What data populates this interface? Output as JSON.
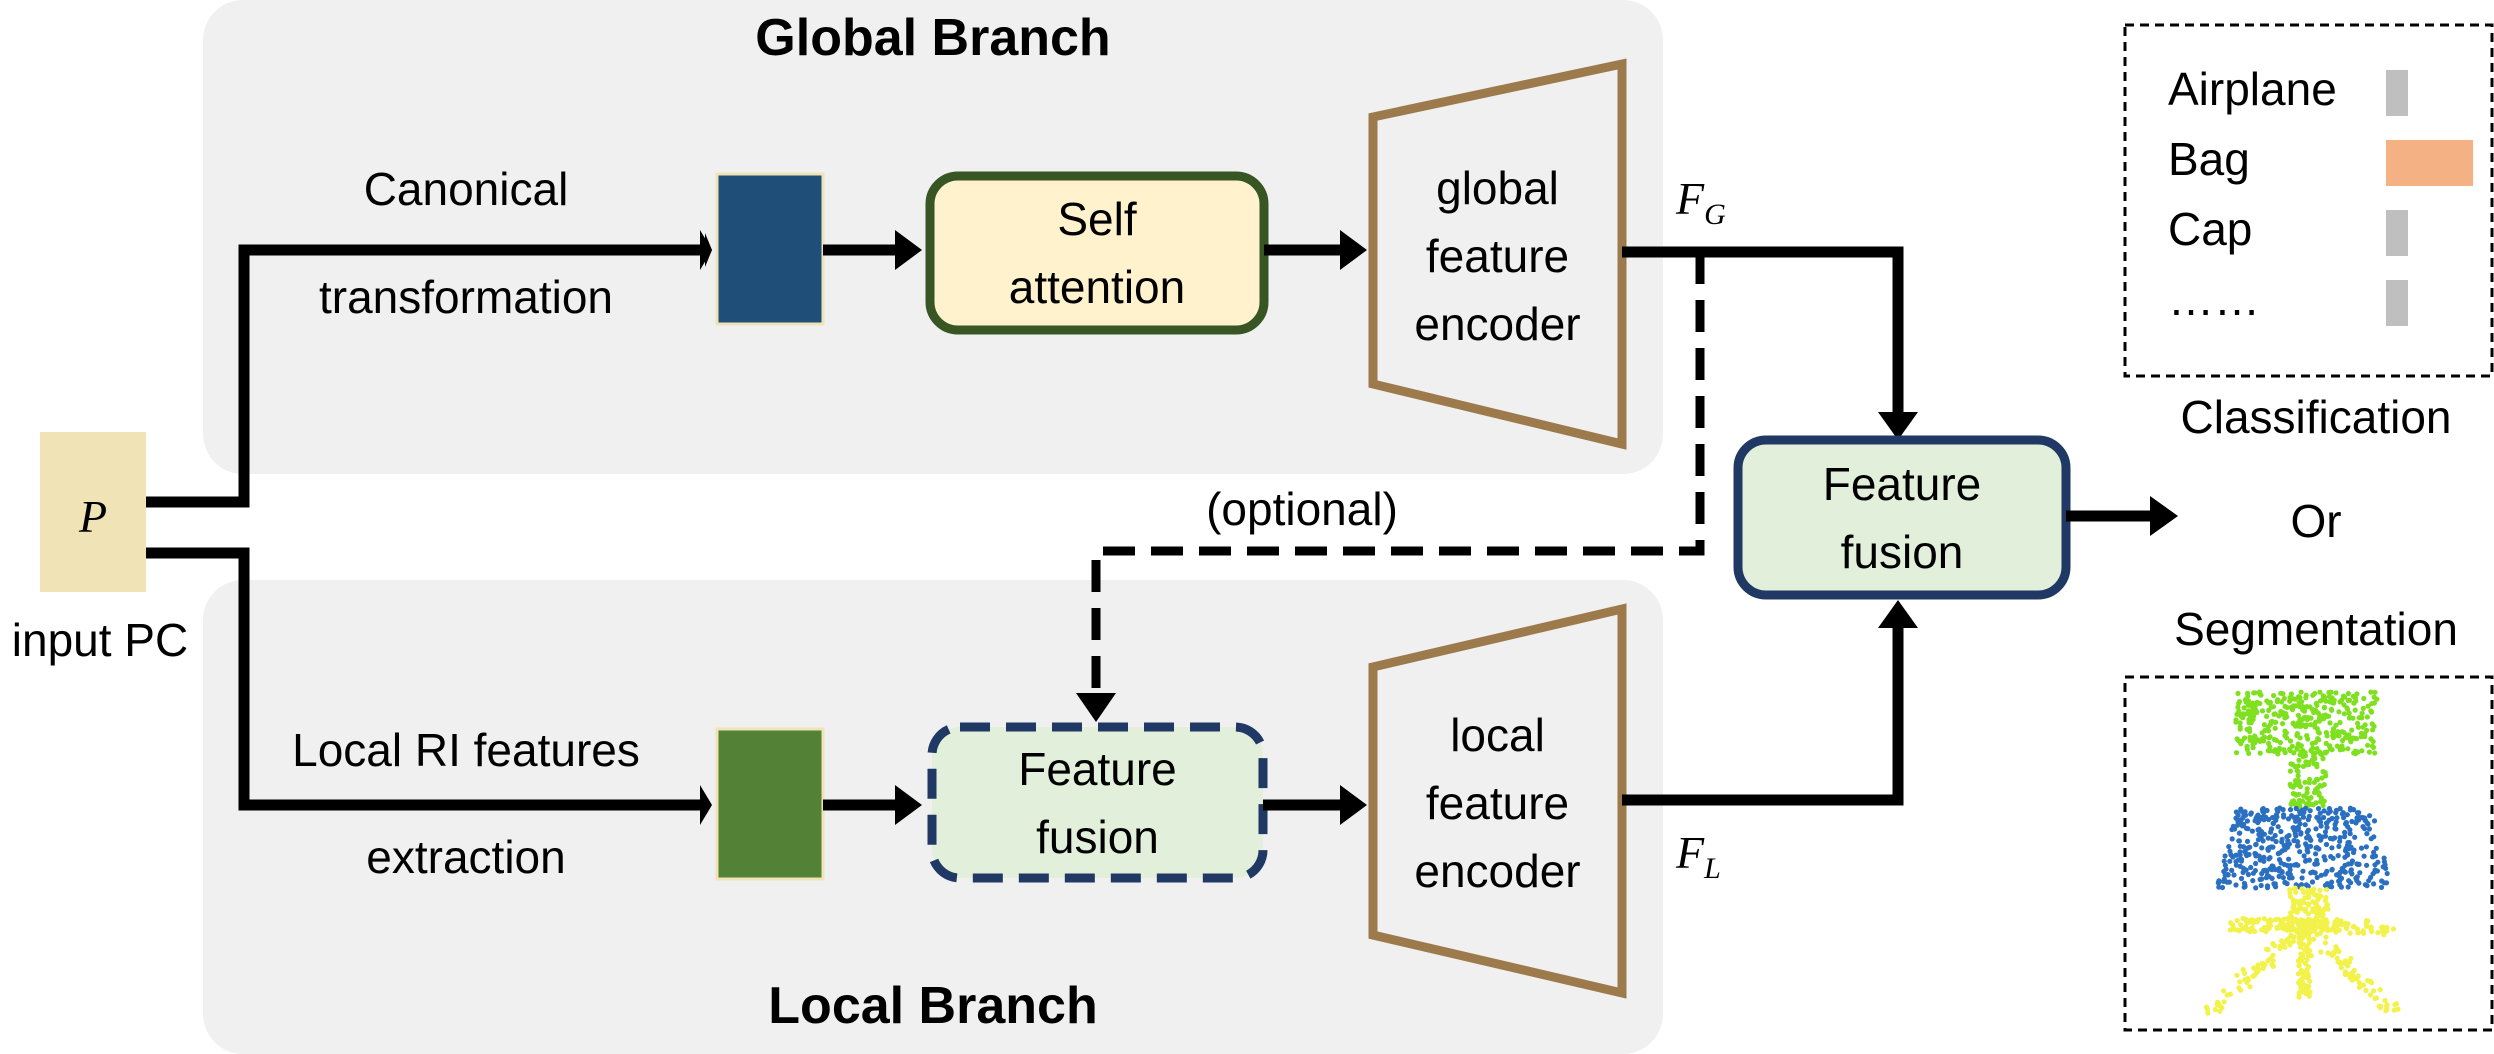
{
  "global_branch": {
    "title": "Global Branch",
    "path_label_line1": "Canonical",
    "path_label_line2": "transformation",
    "attention_line1": "Self",
    "attention_line2": "attention",
    "encoder_line1": "global",
    "encoder_line2": "feature",
    "encoder_line3": "encoder",
    "output_symbol": "F",
    "output_subscript": "G",
    "colors": {
      "background": "#f0f0f0",
      "feature_block": "#1f4e79",
      "attention_fill": "#fff2cc",
      "attention_border": "#375623",
      "encoder_border": "#9c7a4b"
    }
  },
  "local_branch": {
    "title": "Local Branch",
    "path_label_line1": "Local RI features",
    "path_label_line2": "extraction",
    "fusion_line1": "Feature",
    "fusion_line2": "fusion",
    "encoder_line1": "local",
    "encoder_line2": "feature",
    "encoder_line3": "encoder",
    "output_symbol": "F",
    "output_subscript": "L",
    "colors": {
      "background": "#f0f0f0",
      "feature_block": "#538135",
      "fusion_fill": "#e2efda",
      "fusion_border": "#1f3864"
    }
  },
  "input": {
    "symbol": "P",
    "label": "input PC",
    "color": "#f0e3b6"
  },
  "optional_label": "(optional)",
  "final_fusion": {
    "line1": "Feature",
    "line2": "fusion",
    "fill": "#e2efda",
    "border": "#1f3864"
  },
  "outputs": {
    "classification_label": "Classification",
    "or_label": "Or",
    "segmentation_label": "Segmentation",
    "classes": [
      {
        "name": "Airplane",
        "color": "#bfbfbf",
        "score": 0.05
      },
      {
        "name": "Bag",
        "color": "#f4b183",
        "score": 0.8
      },
      {
        "name": "Cap",
        "color": "#bfbfbf",
        "score": 0.05
      },
      {
        "name": "……",
        "color": "#bfbfbf",
        "score": 0.05
      }
    ],
    "segmentation_colors": [
      "#7fe020",
      "#2a6fc0",
      "#f2f24a"
    ]
  }
}
